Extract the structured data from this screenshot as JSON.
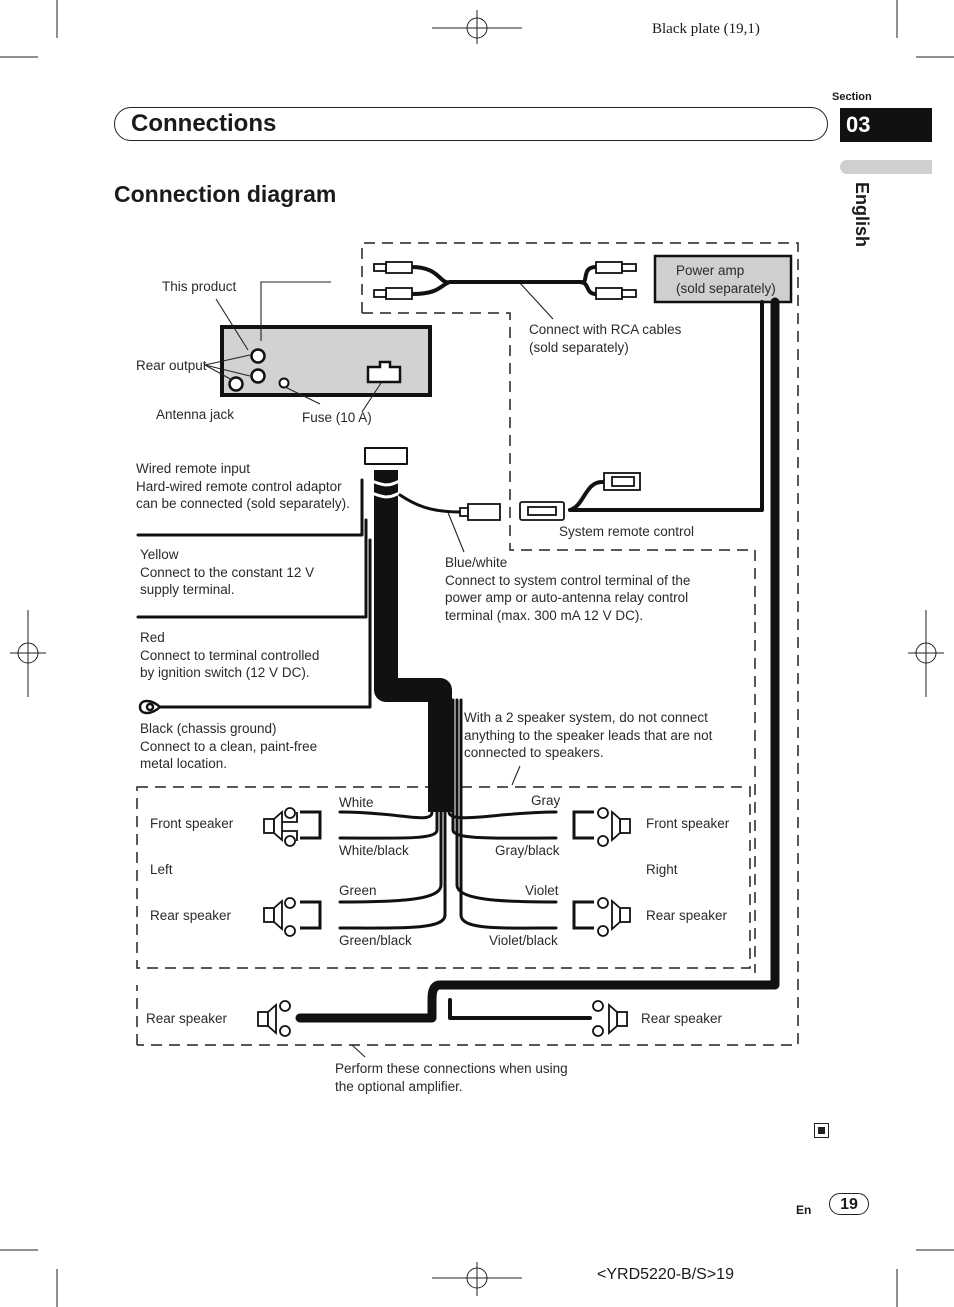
{
  "header": {
    "plate": "Black plate (19,1)",
    "section_label": "Section",
    "section_number": "03",
    "language": "English",
    "chapter_title": "Connections",
    "page_title": "Connection diagram"
  },
  "labels": {
    "this_product": "This product",
    "rear_output": "Rear output",
    "antenna_jack": "Antenna jack",
    "fuse": "Fuse (10 A)",
    "wired_remote": "Wired remote input\nHard-wired remote control adaptor\ncan be connected (sold separately).",
    "power_amp": "Power amp\n(sold separately)",
    "rca_cables": "Connect with RCA cables\n(sold separately)",
    "system_remote": "System remote control",
    "yellow": "Yellow\nConnect to the constant 12 V\nsupply terminal.",
    "red": "Red\nConnect to terminal controlled\nby ignition switch (12 V DC).",
    "black": "Black (chassis ground)\nConnect to a clean, paint-free\nmetal location.",
    "blue_white": "Blue/white\nConnect to system control terminal of the\npower amp or auto-antenna relay control\nterminal (max. 300 mA 12 V DC).",
    "two_speaker_note": "With a 2 speaker system, do not connect\nanything to the speaker leads that are not\nconnected to speakers.",
    "front_speaker_left": "Front speaker",
    "left": "Left",
    "rear_speaker_left": "Rear speaker",
    "white": "White",
    "white_black": "White/black",
    "green": "Green",
    "green_black": "Green/black",
    "gray": "Gray",
    "gray_black": "Gray/black",
    "violet": "Violet",
    "violet_black": "Violet/black",
    "front_speaker_right": "Front speaker",
    "right": "Right",
    "rear_speaker_right": "Rear speaker",
    "amp_rear_speaker_left": "Rear speaker",
    "amp_rear_speaker_right": "Rear speaker",
    "optional_amp_note": "Perform these connections when using\nthe optional amplifier."
  },
  "footer": {
    "lang": "En",
    "page": "19",
    "code": "<YRD5220-B/S>19"
  }
}
